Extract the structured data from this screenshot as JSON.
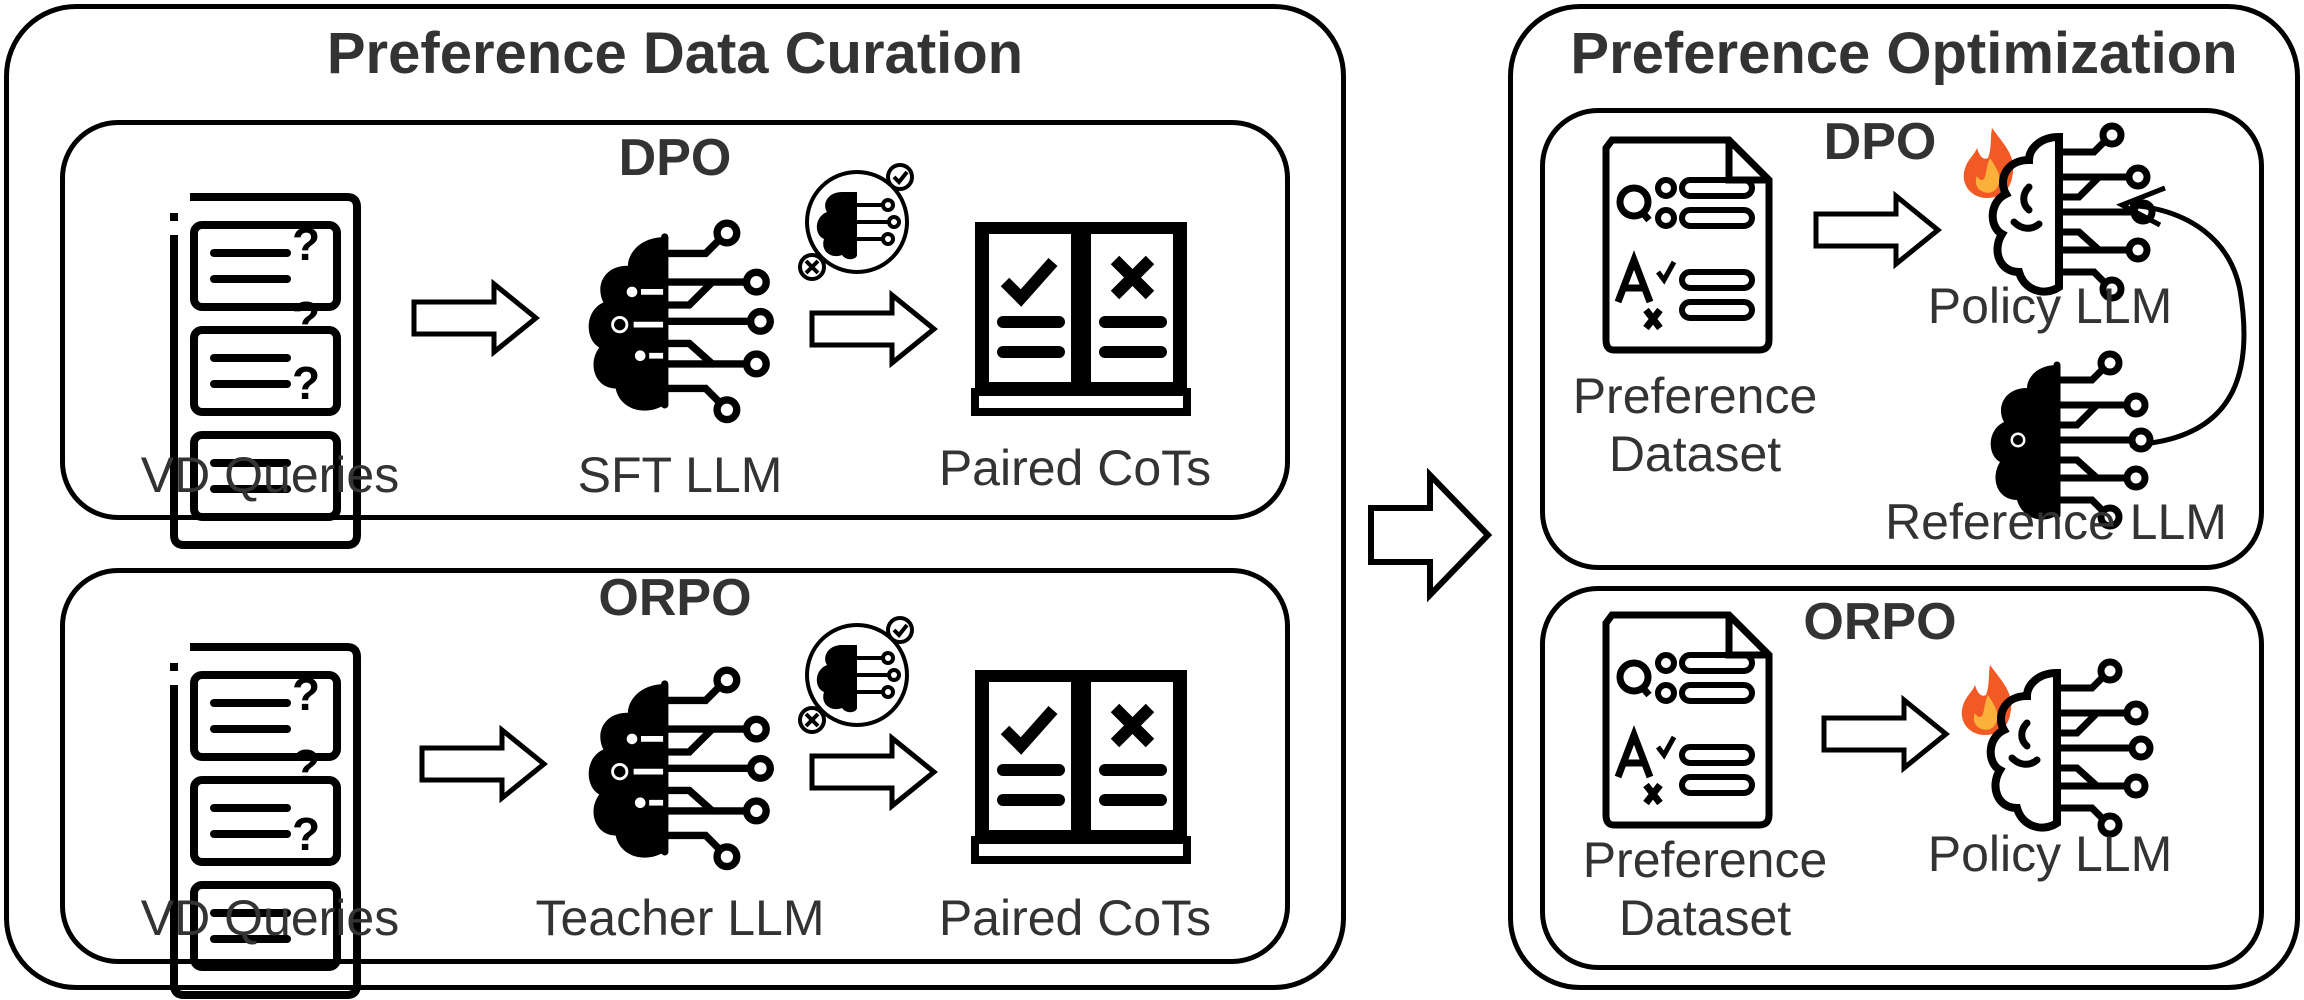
{
  "curation": {
    "title": "Preference Data Curation",
    "dpo": {
      "title": "DPO",
      "queries_label": "VD Queries",
      "model_label": "SFT LLM",
      "output_label": "Paired CoTs"
    },
    "orpo": {
      "title": "ORPO",
      "queries_label": "VD Queries",
      "model_label": "Teacher LLM",
      "output_label": "Paired CoTs"
    }
  },
  "optimization": {
    "title": "Preference Optimization",
    "dpo": {
      "title": "DPO",
      "dataset_label_line1": "Preference",
      "dataset_label_line2": "Dataset",
      "policy_label": "Policy LLM",
      "reference_label": "Reference LLM"
    },
    "orpo": {
      "title": "ORPO",
      "dataset_label_line1": "Preference",
      "dataset_label_line2": "Dataset",
      "policy_label": "Policy LLM"
    }
  },
  "icons": {
    "query_glyph": "?",
    "dataset_q_glyph": "Q",
    "dataset_a_glyph": "A",
    "dataset_x_glyph": "x"
  },
  "colors": {
    "stroke": "#000000",
    "text": "#333333",
    "flame_outer": "#f15a24",
    "flame_inner": "#fbb03b"
  }
}
